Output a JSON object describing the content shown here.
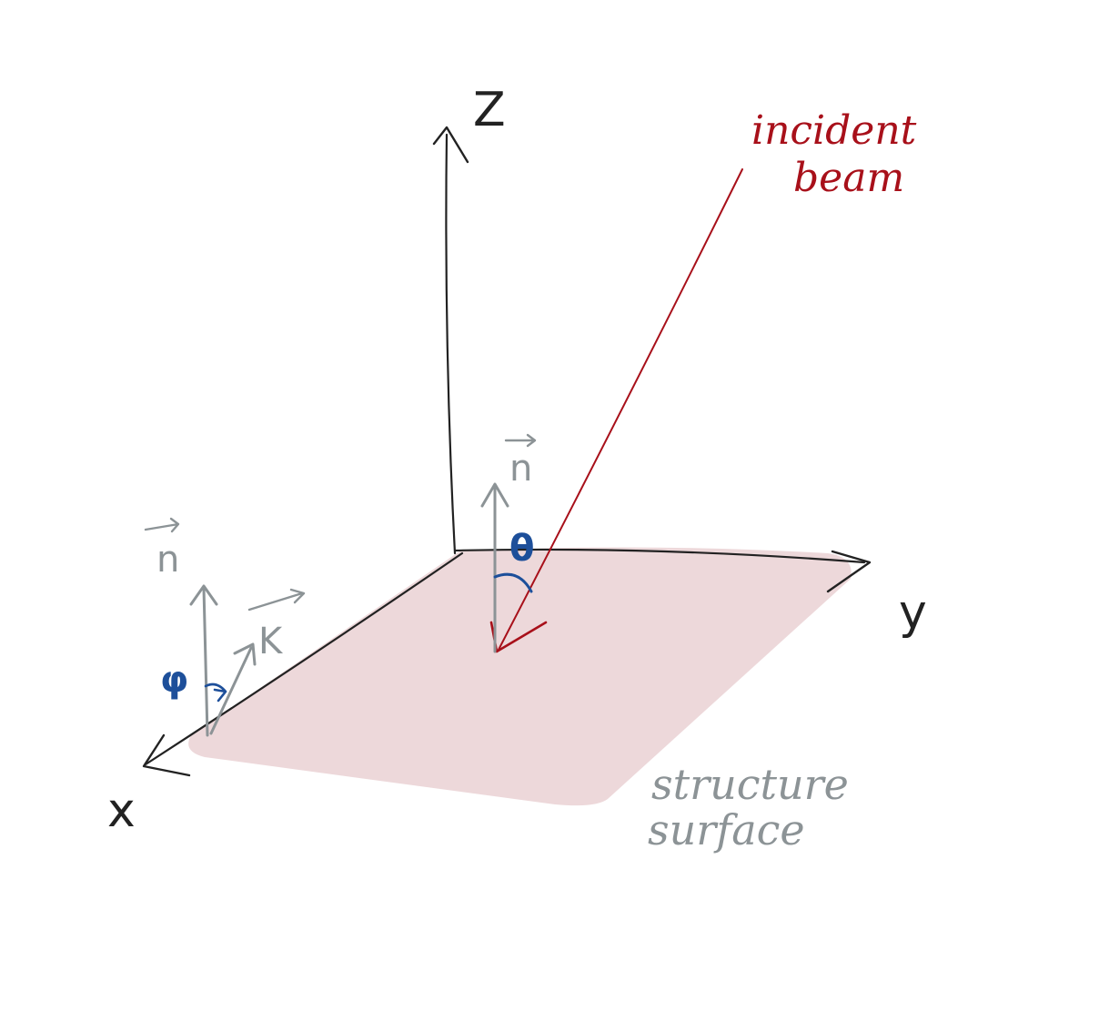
{
  "axes": {
    "z_label": "Z",
    "y_label": "y",
    "x_label": "x"
  },
  "beam": {
    "label_line1": "incident",
    "label_line2": "beam"
  },
  "surface": {
    "label_line1": "structure",
    "label_line2": "surface"
  },
  "vectors": {
    "normal_center": "n",
    "normal_left": "n",
    "wave_vector": "K"
  },
  "angles": {
    "theta": "θ",
    "phi": "φ"
  },
  "colors": {
    "surface_fill": "#ecd6d8",
    "axis_ink": "#222222",
    "beam_ink": "#a8101a",
    "vector_ink": "#8c9396",
    "angle_ink": "#1d4f9a"
  }
}
